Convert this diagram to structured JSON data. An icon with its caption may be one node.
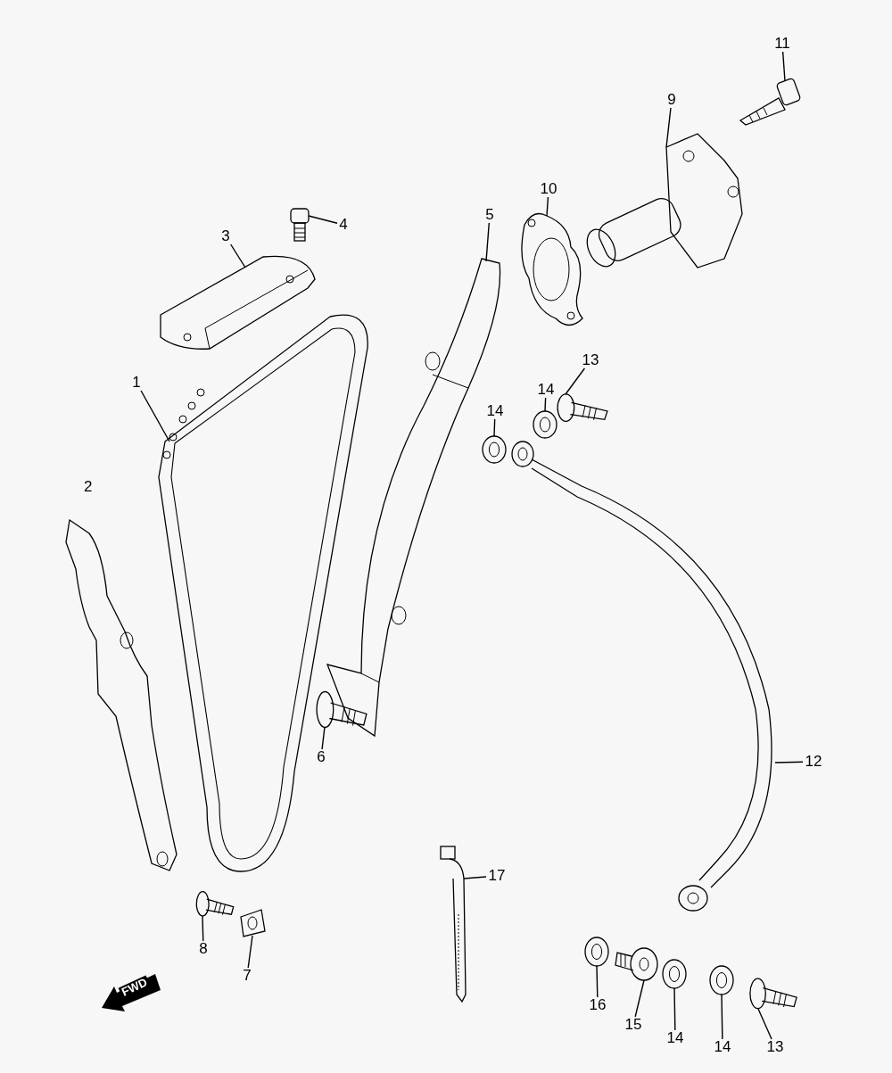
{
  "diagram": {
    "nodes": [
      {
        "text": [
          "1"
        ]
      },
      {
        "text": [],
        "shape": "picture"
      },
      {
        "text": [
          "3"
        ]
      },
      {
        "text": [],
        "shape": "picture"
      },
      {
        "text": [
          "4"
        ]
      },
      {
        "text": [],
        "shape": "picture"
      },
      {
        "text": [
          "5"
        ]
      },
      {
        "text": [],
        "shape": "picture"
      },
      {
        "text": [
          "6"
        ]
      },
      {
        "text": [],
        "shape": "picture"
      },
      {
        "text": [
          "7"
        ]
      },
      {
        "text": [],
        "shape": "picture"
      },
      {
        "text": [
          "8"
        ]
      },
      {
        "text": [],
        "shape": "picture"
      },
      {
        "text": [
          "9"
        ]
      },
      {
        "text": [],
        "shape": "picture"
      },
      {
        "text": [
          "10"
        ]
      },
      {
        "text": [],
        "shape": "picture"
      },
      {
        "text": [
          "11"
        ]
      },
      {
        "text": [],
        "shape": "picture"
      },
      {
        "text": [
          "12"
        ]
      },
      {
        "text": [],
        "shape": "picture"
      },
      {
        "text": [
          "13"
        ]
      },
      {
        "text": [],
        "shape": "picture"
      },
      {
        "text": [
          "14"
        ]
      },
      {
        "text": [],
        "shape": "picture"
      },
      {
        "text": [
          "14"
        ]
      },
      {
        "text": [],
        "shape": "picture"
      },
      {
        "text": [
          "17"
        ]
      },
      {
        "text": [],
        "shape": "picture"
      },
      {
        "text": [
          "16"
        ]
      },
      {
        "text": [],
        "shape": "picture"
      },
      {
        "text": [
          "15"
        ]
      },
      {
        "text": [],
        "shape": "picture"
      },
      {
        "text": [
          "14"
        ]
      },
      {
        "text": [],
        "shape": "picture"
      },
      {
        "text": [
          "14"
        ]
      },
      {
        "text": [],
        "shape": "picture"
      },
      {
        "text": [
          "13"
        ]
      },
      {
        "text": [],
        "shape": "picture"
      }
    ],
    "edges": [
      {
        "from": 0,
        "to": 1,
        "arrow": "none"
      },
      {
        "from": 2,
        "to": 3,
        "arrow": "none"
      },
      {
        "from": 4,
        "to": 5,
        "arrow": "none"
      },
      {
        "from": 6,
        "to": 7,
        "arrow": "none"
      },
      {
        "from": 8,
        "to": 9,
        "arrow": "none"
      },
      {
        "from": 10,
        "to": 11,
        "arrow": "none"
      },
      {
        "from": 12,
        "to": 13,
        "arrow": "none"
      },
      {
        "from": 14,
        "to": 15,
        "arrow": "none"
      },
      {
        "from": 16,
        "to": 17,
        "arrow": "none"
      },
      {
        "from": 18,
        "to": 19,
        "arrow": "none"
      },
      {
        "from": 20,
        "to": 21,
        "arrow": "none"
      },
      {
        "from": 22,
        "to": 23,
        "arrow": "none"
      },
      {
        "from": 24,
        "to": 25,
        "arrow": "none"
      },
      {
        "from": 26,
        "to": 27,
        "arrow": "none"
      },
      {
        "from": 28,
        "to": 29,
        "arrow": "none"
      },
      {
        "from": 30,
        "to": 31,
        "arrow": "none"
      },
      {
        "from": 32,
        "to": 33,
        "arrow": "none"
      },
      {
        "from": 34,
        "to": 35,
        "arrow": "none"
      },
      {
        "from": 36,
        "to": 37,
        "arrow": "none"
      },
      {
        "from": 38,
        "to": 39,
        "arrow": "none"
      }
    ],
    "labels": [
      "2",
      "FWD"
    ]
  }
}
